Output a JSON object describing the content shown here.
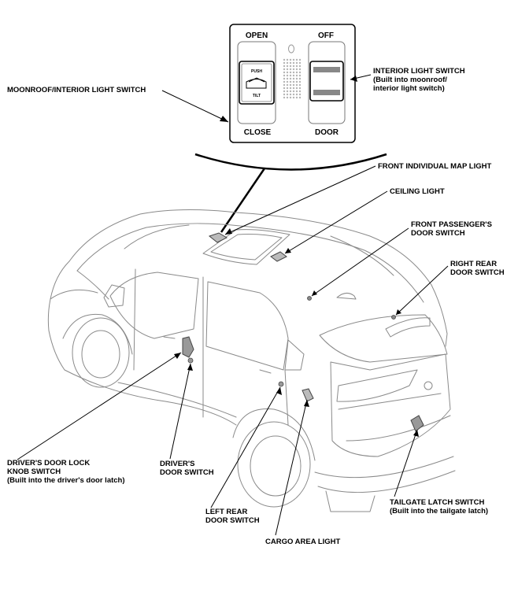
{
  "panel": {
    "open": "OPEN",
    "off": "OFF",
    "close": "CLOSE",
    "door": "DOOR",
    "push": "PUSH",
    "tilt": "TILT"
  },
  "labels": {
    "moonroof_switch": "MOONROOF/INTERIOR LIGHT SWITCH",
    "interior_switch_1": "INTERIOR LIGHT SWITCH",
    "interior_switch_2": "(Built into moonroof/",
    "interior_switch_3": "interior light switch)",
    "front_map_light": "FRONT INDIVIDUAL MAP LIGHT",
    "ceiling_light": "CEILING LIGHT",
    "front_pass_door_1": "FRONT PASSENGER'S",
    "front_pass_door_2": "DOOR SWITCH",
    "right_rear_door_1": "RIGHT REAR",
    "right_rear_door_2": "DOOR SWITCH",
    "lock_knob_1": "DRIVER'S DOOR LOCK",
    "lock_knob_2": "KNOB SWITCH",
    "lock_knob_3": "(Built into the driver's door latch)",
    "driver_door_1": "DRIVER'S",
    "driver_door_2": "DOOR SWITCH",
    "left_rear_door_1": "LEFT REAR",
    "left_rear_door_2": "DOOR SWITCH",
    "cargo_light": "CARGO AREA LIGHT",
    "tailgate_1": "TAILGATE LATCH SWITCH",
    "tailgate_2": "(Built into the tailgate latch)"
  },
  "colors": {
    "line": "#000000",
    "car_outline": "#8a8a8a",
    "component": "#555555"
  }
}
